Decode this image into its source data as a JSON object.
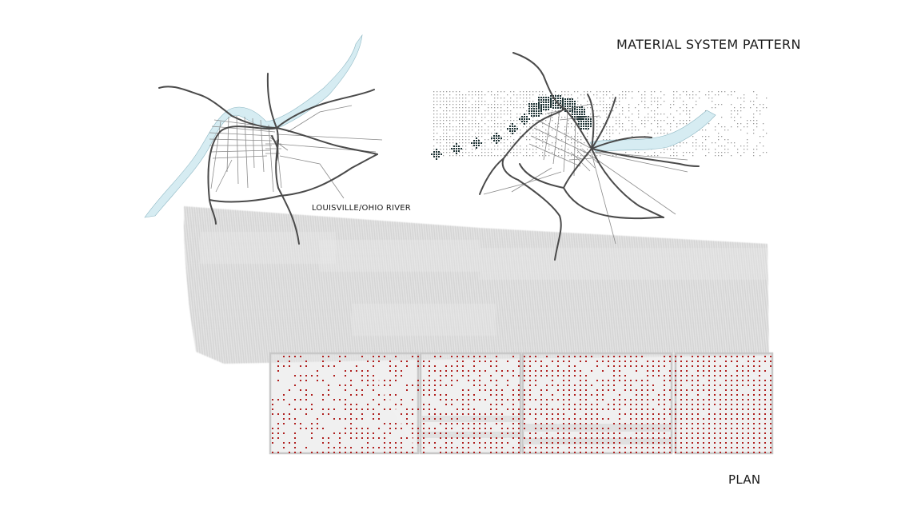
{
  "labels": {
    "title": "MATERIAL SYSTEM PATTERN",
    "map_caption": "LOUISVILLE/OHIO RIVER",
    "plan": "PLAN"
  },
  "colors": {
    "river": "#d6ecf2",
    "river_stroke": "#8fb8c4",
    "major_road": "#4a4a4a",
    "minor_road": "#8a8a8a",
    "dot_grid": "#9a9a9a",
    "dot_grid_dark": "#1f3436",
    "concrete": "#d4d4d4",
    "plan_dots": "#b0201f",
    "plan_frame": "#c8c8c8",
    "text": "#1a1a1a"
  },
  "icons": [
    "city-map-drawing",
    "dot-pattern-map-drawing",
    "concrete-mass-drawing",
    "plan-grid-drawing"
  ]
}
